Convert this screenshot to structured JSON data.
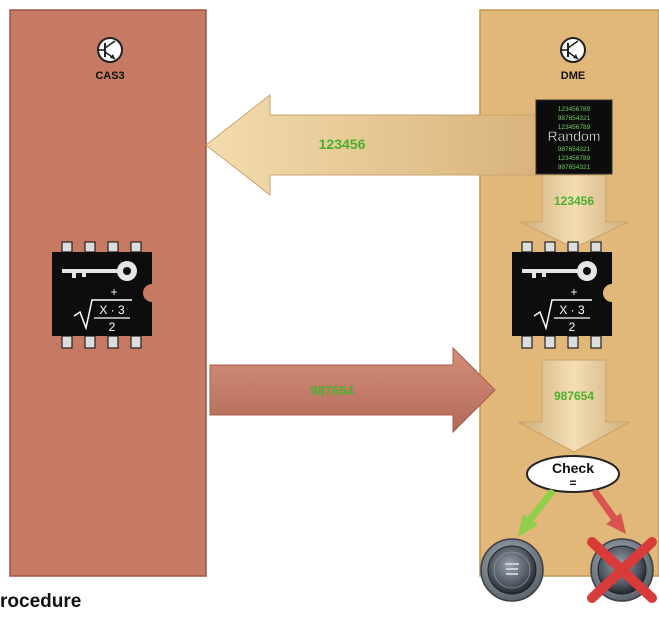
{
  "left_module": {
    "label": "CAS3",
    "color": "#c67a63"
  },
  "right_module": {
    "label": "DME",
    "color": "#e2b77a"
  },
  "random_block": {
    "label": "Random",
    "digits": [
      "123456789",
      "987654321",
      "123456789",
      "987654321",
      "123456789",
      "987654321"
    ]
  },
  "arrows": {
    "challenge_value": "123456",
    "response_value": "987654",
    "down_challenge_value": "123456",
    "down_response_value": "987654"
  },
  "chip_formula": {
    "plus": "+",
    "radicand": "X · 3",
    "denominator": "2"
  },
  "check": {
    "label": "Check",
    "symbol": "="
  },
  "caption": "rocedure",
  "icons": [
    "transistor-icon",
    "key-icon",
    "start-stop-button-icon",
    "crossed-out-icon"
  ],
  "colors": {
    "value_text": "#4caf2e",
    "green_arrow": "#8fcf4a",
    "red_arrow": "#d9534f"
  }
}
